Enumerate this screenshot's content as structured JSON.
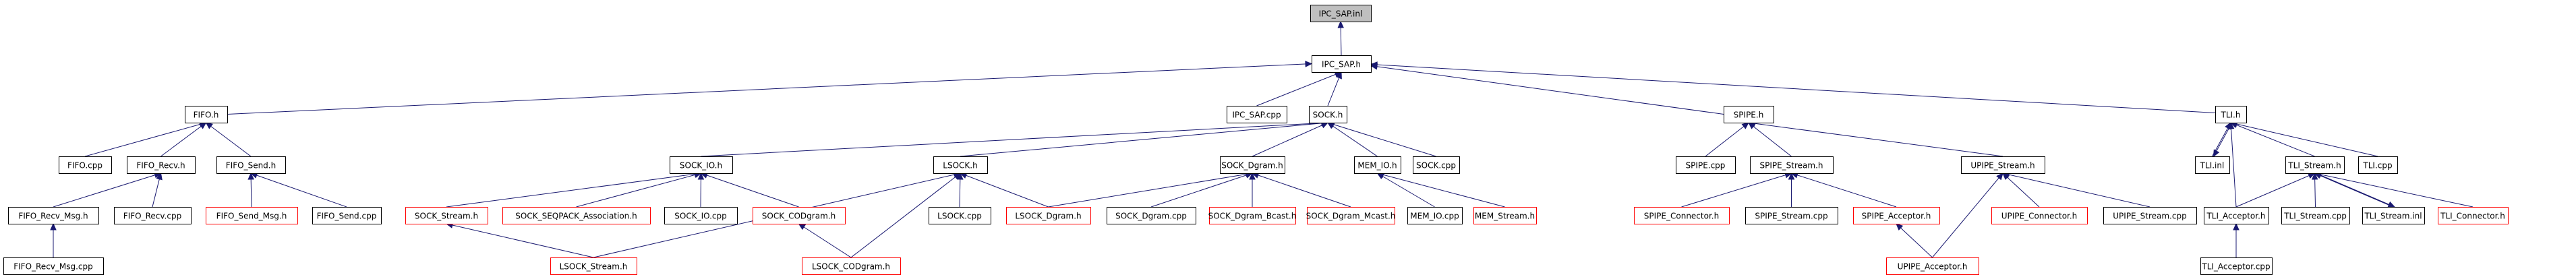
{
  "title": "IPC_SAP.inl include dependency graph",
  "colors": {
    "edge": "#191970",
    "node_border": "#000000",
    "missing_border": "#ff0000",
    "root_fill": "#bfbfbf"
  },
  "nodes": [
    {
      "id": "ipc_sap_inl",
      "label": "IPC_SAP.inl",
      "kind": "root"
    },
    {
      "id": "ipc_sap_h",
      "label": "IPC_SAP.h",
      "kind": "normal"
    },
    {
      "id": "fifo_h",
      "label": "FIFO.h",
      "kind": "normal"
    },
    {
      "id": "ipc_sap_cpp",
      "label": "IPC_SAP.cpp",
      "kind": "normal"
    },
    {
      "id": "sock_h",
      "label": "SOCK.h",
      "kind": "normal"
    },
    {
      "id": "spipe_h",
      "label": "SPIPE.h",
      "kind": "normal"
    },
    {
      "id": "tli_h",
      "label": "TLI.h",
      "kind": "normal"
    },
    {
      "id": "fifo_cpp",
      "label": "FIFO.cpp",
      "kind": "normal"
    },
    {
      "id": "fifo_recv_h",
      "label": "FIFO_Recv.h",
      "kind": "normal"
    },
    {
      "id": "fifo_send_h",
      "label": "FIFO_Send.h",
      "kind": "normal"
    },
    {
      "id": "sock_io_h",
      "label": "SOCK_IO.h",
      "kind": "normal"
    },
    {
      "id": "lsock_h",
      "label": "LSOCK.h",
      "kind": "normal"
    },
    {
      "id": "sock_dgram_h",
      "label": "SOCK_Dgram.h",
      "kind": "normal"
    },
    {
      "id": "mem_io_h",
      "label": "MEM_IO.h",
      "kind": "normal"
    },
    {
      "id": "sock_cpp",
      "label": "SOCK.cpp",
      "kind": "normal"
    },
    {
      "id": "spipe_cpp",
      "label": "SPIPE.cpp",
      "kind": "normal"
    },
    {
      "id": "spipe_stream_h",
      "label": "SPIPE_Stream.h",
      "kind": "normal"
    },
    {
      "id": "upipe_stream_h",
      "label": "UPIPE_Stream.h",
      "kind": "normal"
    },
    {
      "id": "tli_inl",
      "label": "TLI.inl",
      "kind": "normal"
    },
    {
      "id": "tli_stream_h",
      "label": "TLI_Stream.h",
      "kind": "normal"
    },
    {
      "id": "tli_cpp",
      "label": "TLI.cpp",
      "kind": "normal"
    },
    {
      "id": "fifo_recv_msg_h",
      "label": "FIFO_Recv_Msg.h",
      "kind": "normal"
    },
    {
      "id": "fifo_recv_cpp",
      "label": "FIFO_Recv.cpp",
      "kind": "normal"
    },
    {
      "id": "fifo_send_msg_h",
      "label": "FIFO_Send_Msg.h",
      "kind": "missing"
    },
    {
      "id": "fifo_send_cpp",
      "label": "FIFO_Send.cpp",
      "kind": "normal"
    },
    {
      "id": "sock_stream_h",
      "label": "SOCK_Stream.h",
      "kind": "missing"
    },
    {
      "id": "sock_seqpack_h",
      "label": "SOCK_SEQPACK_Association.h",
      "kind": "missing"
    },
    {
      "id": "sock_io_cpp",
      "label": "SOCK_IO.cpp",
      "kind": "normal"
    },
    {
      "id": "sock_codgram_h",
      "label": "SOCK_CODgram.h",
      "kind": "missing"
    },
    {
      "id": "lsock_cpp",
      "label": "LSOCK.cpp",
      "kind": "normal"
    },
    {
      "id": "lsock_dgram_h",
      "label": "LSOCK_Dgram.h",
      "kind": "missing"
    },
    {
      "id": "sock_dgram_cpp",
      "label": "SOCK_Dgram.cpp",
      "kind": "normal"
    },
    {
      "id": "sock_dgram_bcast_h",
      "label": "SOCK_Dgram_Bcast.h",
      "kind": "missing"
    },
    {
      "id": "sock_dgram_mcast_h",
      "label": "SOCK_Dgram_Mcast.h",
      "kind": "missing"
    },
    {
      "id": "mem_io_cpp",
      "label": "MEM_IO.cpp",
      "kind": "normal"
    },
    {
      "id": "mem_stream_h",
      "label": "MEM_Stream.h",
      "kind": "missing"
    },
    {
      "id": "spipe_connector_h",
      "label": "SPIPE_Connector.h",
      "kind": "missing"
    },
    {
      "id": "spipe_stream_cpp",
      "label": "SPIPE_Stream.cpp",
      "kind": "normal"
    },
    {
      "id": "spipe_acceptor_h",
      "label": "SPIPE_Acceptor.h",
      "kind": "missing"
    },
    {
      "id": "upipe_connector_h",
      "label": "UPIPE_Connector.h",
      "kind": "missing"
    },
    {
      "id": "upipe_stream_cpp",
      "label": "UPIPE_Stream.cpp",
      "kind": "normal"
    },
    {
      "id": "tli_acceptor_h",
      "label": "TLI_Acceptor.h",
      "kind": "normal"
    },
    {
      "id": "tli_stream_cpp",
      "label": "TLI_Stream.cpp",
      "kind": "normal"
    },
    {
      "id": "tli_stream_inl",
      "label": "TLI_Stream.inl",
      "kind": "normal"
    },
    {
      "id": "tli_connector_h",
      "label": "TLI_Connector.h",
      "kind": "missing"
    },
    {
      "id": "fifo_recv_msg_cpp",
      "label": "FIFO_Recv_Msg.cpp",
      "kind": "normal"
    },
    {
      "id": "lsock_stream_h",
      "label": "LSOCK_Stream.h",
      "kind": "missing"
    },
    {
      "id": "lsock_codgram_h",
      "label": "LSOCK_CODgram.h",
      "kind": "missing"
    },
    {
      "id": "upipe_acceptor_h",
      "label": "UPIPE_Acceptor.h",
      "kind": "missing"
    },
    {
      "id": "tli_acceptor_cpp",
      "label": "TLI_Acceptor.cpp",
      "kind": "normal"
    }
  ],
  "edges": [
    [
      "ipc_sap_h",
      "ipc_sap_inl"
    ],
    [
      "fifo_h",
      "ipc_sap_h"
    ],
    [
      "ipc_sap_cpp",
      "ipc_sap_h"
    ],
    [
      "sock_h",
      "ipc_sap_h"
    ],
    [
      "spipe_h",
      "ipc_sap_h"
    ],
    [
      "tli_h",
      "ipc_sap_h"
    ],
    [
      "fifo_cpp",
      "fifo_h"
    ],
    [
      "fifo_recv_h",
      "fifo_h"
    ],
    [
      "fifo_send_h",
      "fifo_h"
    ],
    [
      "fifo_recv_msg_h",
      "fifo_recv_h"
    ],
    [
      "fifo_recv_cpp",
      "fifo_recv_h"
    ],
    [
      "fifo_send_msg_h",
      "fifo_send_h"
    ],
    [
      "fifo_send_cpp",
      "fifo_send_h"
    ],
    [
      "fifo_recv_msg_cpp",
      "fifo_recv_msg_h"
    ],
    [
      "sock_io_h",
      "sock_h"
    ],
    [
      "lsock_h",
      "sock_h"
    ],
    [
      "sock_dgram_h",
      "sock_h"
    ],
    [
      "mem_io_h",
      "sock_h"
    ],
    [
      "sock_cpp",
      "sock_h"
    ],
    [
      "sock_stream_h",
      "sock_io_h"
    ],
    [
      "sock_seqpack_h",
      "sock_io_h"
    ],
    [
      "sock_io_cpp",
      "sock_io_h"
    ],
    [
      "sock_codgram_h",
      "sock_io_h"
    ],
    [
      "lsock_stream_h",
      "sock_stream_h"
    ],
    [
      "lsock_stream_h",
      "lsock_h"
    ],
    [
      "lsock_codgram_h",
      "sock_codgram_h"
    ],
    [
      "lsock_codgram_h",
      "lsock_h"
    ],
    [
      "lsock_cpp",
      "lsock_h"
    ],
    [
      "lsock_dgram_h",
      "lsock_h"
    ],
    [
      "lsock_dgram_h",
      "sock_dgram_h"
    ],
    [
      "sock_dgram_cpp",
      "sock_dgram_h"
    ],
    [
      "sock_dgram_bcast_h",
      "sock_dgram_h"
    ],
    [
      "sock_dgram_mcast_h",
      "sock_dgram_h"
    ],
    [
      "mem_io_cpp",
      "mem_io_h"
    ],
    [
      "mem_stream_h",
      "mem_io_h"
    ],
    [
      "spipe_cpp",
      "spipe_h"
    ],
    [
      "spipe_stream_h",
      "spipe_h"
    ],
    [
      "upipe_stream_h",
      "spipe_h"
    ],
    [
      "spipe_connector_h",
      "spipe_stream_h"
    ],
    [
      "spipe_stream_cpp",
      "spipe_stream_h"
    ],
    [
      "spipe_acceptor_h",
      "spipe_stream_h"
    ],
    [
      "upipe_acceptor_h",
      "spipe_acceptor_h"
    ],
    [
      "upipe_acceptor_h",
      "upipe_stream_h"
    ],
    [
      "upipe_connector_h",
      "upipe_stream_h"
    ],
    [
      "upipe_stream_cpp",
      "upipe_stream_h"
    ],
    [
      "tli_inl",
      "tli_h"
    ],
    [
      "tli_h",
      "tli_inl"
    ],
    [
      "tli_acceptor_h",
      "tli_h"
    ],
    [
      "tli_stream_h",
      "tli_h"
    ],
    [
      "tli_cpp",
      "tli_h"
    ],
    [
      "tli_acceptor_h",
      "tli_stream_h"
    ],
    [
      "tli_stream_cpp",
      "tli_stream_h"
    ],
    [
      "tli_stream_inl",
      "tli_stream_h"
    ],
    [
      "tli_stream_h",
      "tli_stream_inl"
    ],
    [
      "tli_connector_h",
      "tli_stream_h"
    ],
    [
      "tli_acceptor_cpp",
      "tli_acceptor_h"
    ]
  ]
}
